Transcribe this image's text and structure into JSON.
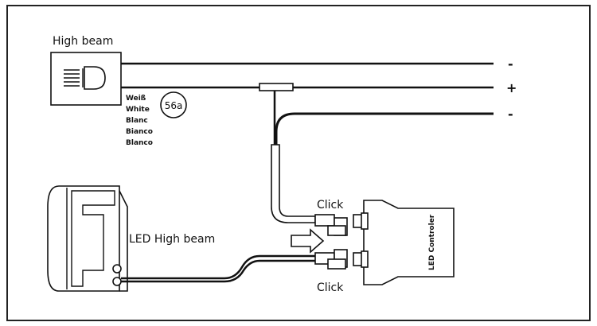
{
  "labels": {
    "high_beam": "High beam",
    "led_high_beam": "LED High beam",
    "click_top": "Click",
    "click_bottom": "Click",
    "led_controller": "LED Controler",
    "terminal": "56a",
    "wire_colors": [
      "Weiß",
      "White",
      "Blanc",
      "Bianco",
      "Blanco"
    ]
  },
  "signs": {
    "top": "-",
    "middle": "+",
    "bottom": "-"
  }
}
